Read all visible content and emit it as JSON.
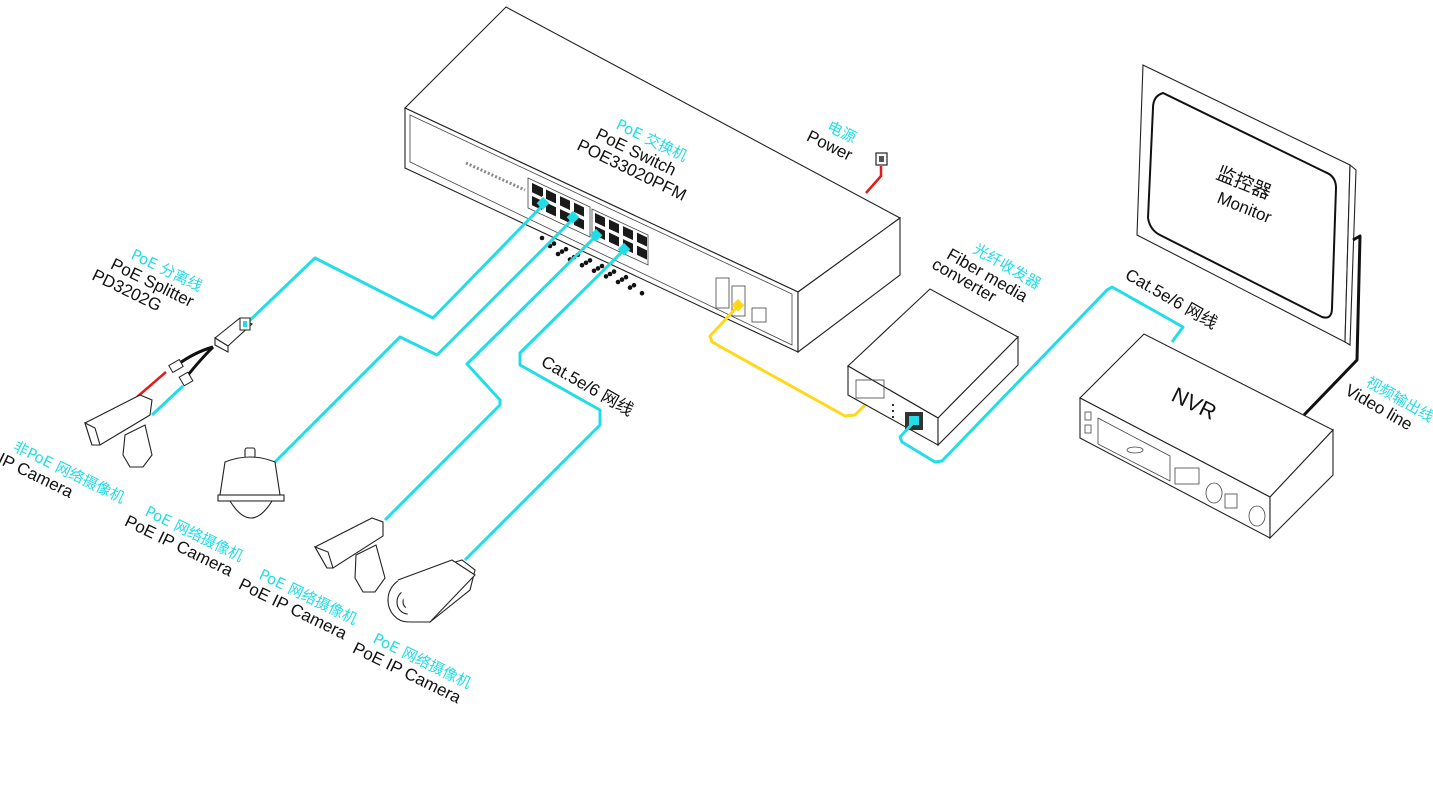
{
  "diagram": {
    "switch": {
      "label_cn": "PoE 交换机",
      "label_en": "PoE Switch",
      "model": "POE33020PFM"
    },
    "power": {
      "label_cn": "电源",
      "label_en": "Power"
    },
    "splitter": {
      "label_cn": "PoE 分离线",
      "label_en": "PoE Splitter",
      "model": "PD3202G"
    },
    "cameras": [
      {
        "label_cn": "非PoE 网络摄像机",
        "label_en": "IP Camera"
      },
      {
        "label_cn": "PoE 网络摄像机",
        "label_en": "PoE  IP Camera"
      },
      {
        "label_cn": "PoE 网络摄像机",
        "label_en": "PoE IP  Camera"
      },
      {
        "label_cn": "PoE 网络摄像机",
        "label_en": "PoE IP  Camera"
      }
    ],
    "cable_label_left": "Cat.5e/6 网线",
    "fiber_converter": {
      "label_cn": "光纤收发器",
      "label_en_1": "Fiber  media",
      "label_en_2": "converter"
    },
    "cable_label_right": "Cat.5e/6 网线",
    "monitor": {
      "label_cn": "监控器",
      "label_en": "Monitor"
    },
    "nvr": {
      "label": "NVR"
    },
    "video_line": {
      "label_cn": "视频输出线",
      "label_en": "Video line"
    },
    "colors": {
      "ethernet_cable": "#22dde6",
      "fiber_cable": "#ffd81a",
      "power_cable": "#e41b1b",
      "video_cable": "#111111",
      "label_cn": "#22dde6"
    }
  }
}
